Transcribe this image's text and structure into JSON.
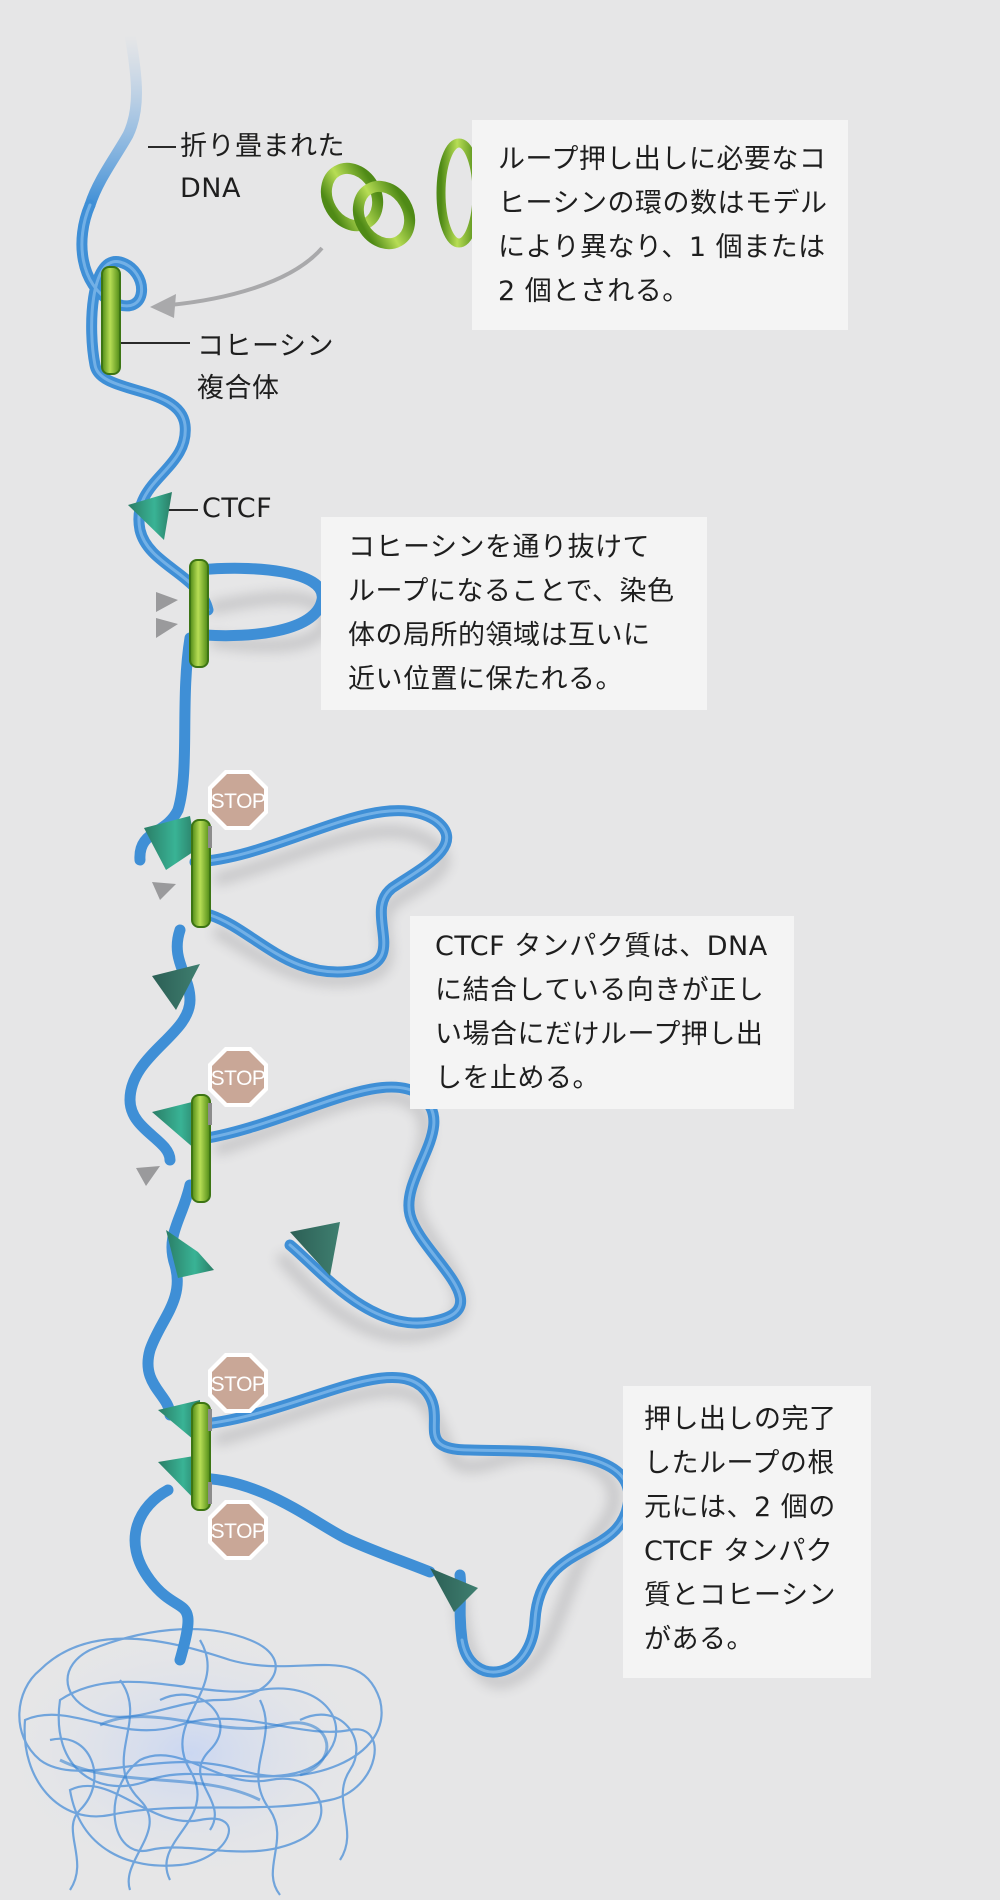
{
  "labels": {
    "folded_dna": [
      "折り畳まれた",
      "DNA"
    ],
    "cohesin_complex": [
      "コヒーシン",
      "複合体"
    ],
    "ctcf": "CTCF",
    "stop": "STOP"
  },
  "notes": {
    "ring_count": [
      "ループ押し出しに必要なコ",
      "ヒーシンの環の数はモデル",
      "により異なり、1 個または",
      "2 個とされる。"
    ],
    "loop_domains": [
      "コヒーシンを通り抜けて",
      "ループになることで、染色",
      "体の局所的領域は互いに",
      "近い位置に保たれる。"
    ],
    "ctcf_orientation": [
      "CTCF タンパク質は、DNA",
      "に結合している向きが正し",
      "い場合にだけループ押し出",
      "しを止める。"
    ],
    "loop_complete": [
      "押し出しの完了",
      "したループの根",
      "元には、2 個の",
      "CTCF タンパク",
      "質とコヒーシン",
      "がある。"
    ]
  },
  "colors": {
    "dna": "#3f8fd6",
    "cohesin": "#7cb42c",
    "ctcf": "#1f8f78",
    "stop_sign": "#c9a797",
    "note_bg": "#f4f4f4",
    "background": "#e6e6e7"
  },
  "icons": [
    "cohesin-ring-pair-icon",
    "cohesin-single-ring-icon",
    "stop-sign-icon",
    "ctcf-cone-icon"
  ]
}
